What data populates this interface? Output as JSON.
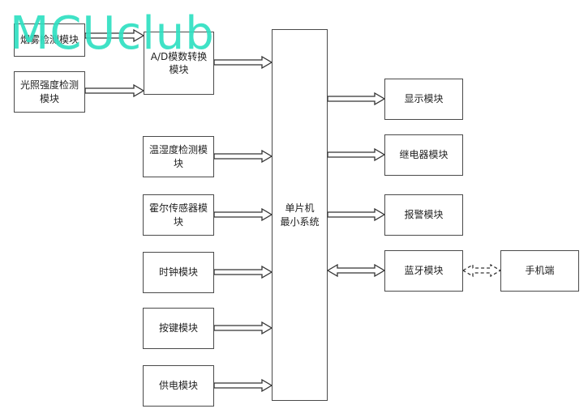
{
  "diagram": {
    "modules": {
      "smoke": "烟雾检测模块",
      "light": "光照强度检测模块",
      "adc": "A/D模数转换模块",
      "temp_humidity": "温湿度检测模块",
      "hall": "霍尔传感器模块",
      "clock": "时钟模块",
      "keys": "按键模块",
      "power": "供电模块",
      "mcu": "单片机\n最小系统",
      "display": "显示模块",
      "relay": "继电器模块",
      "alarm": "报警模块",
      "bluetooth": "蓝牙模块",
      "phone": "手机端"
    },
    "watermark": "MCUclub",
    "colors": {
      "line": "#333333",
      "watermark": "#2fe0c2"
    }
  }
}
